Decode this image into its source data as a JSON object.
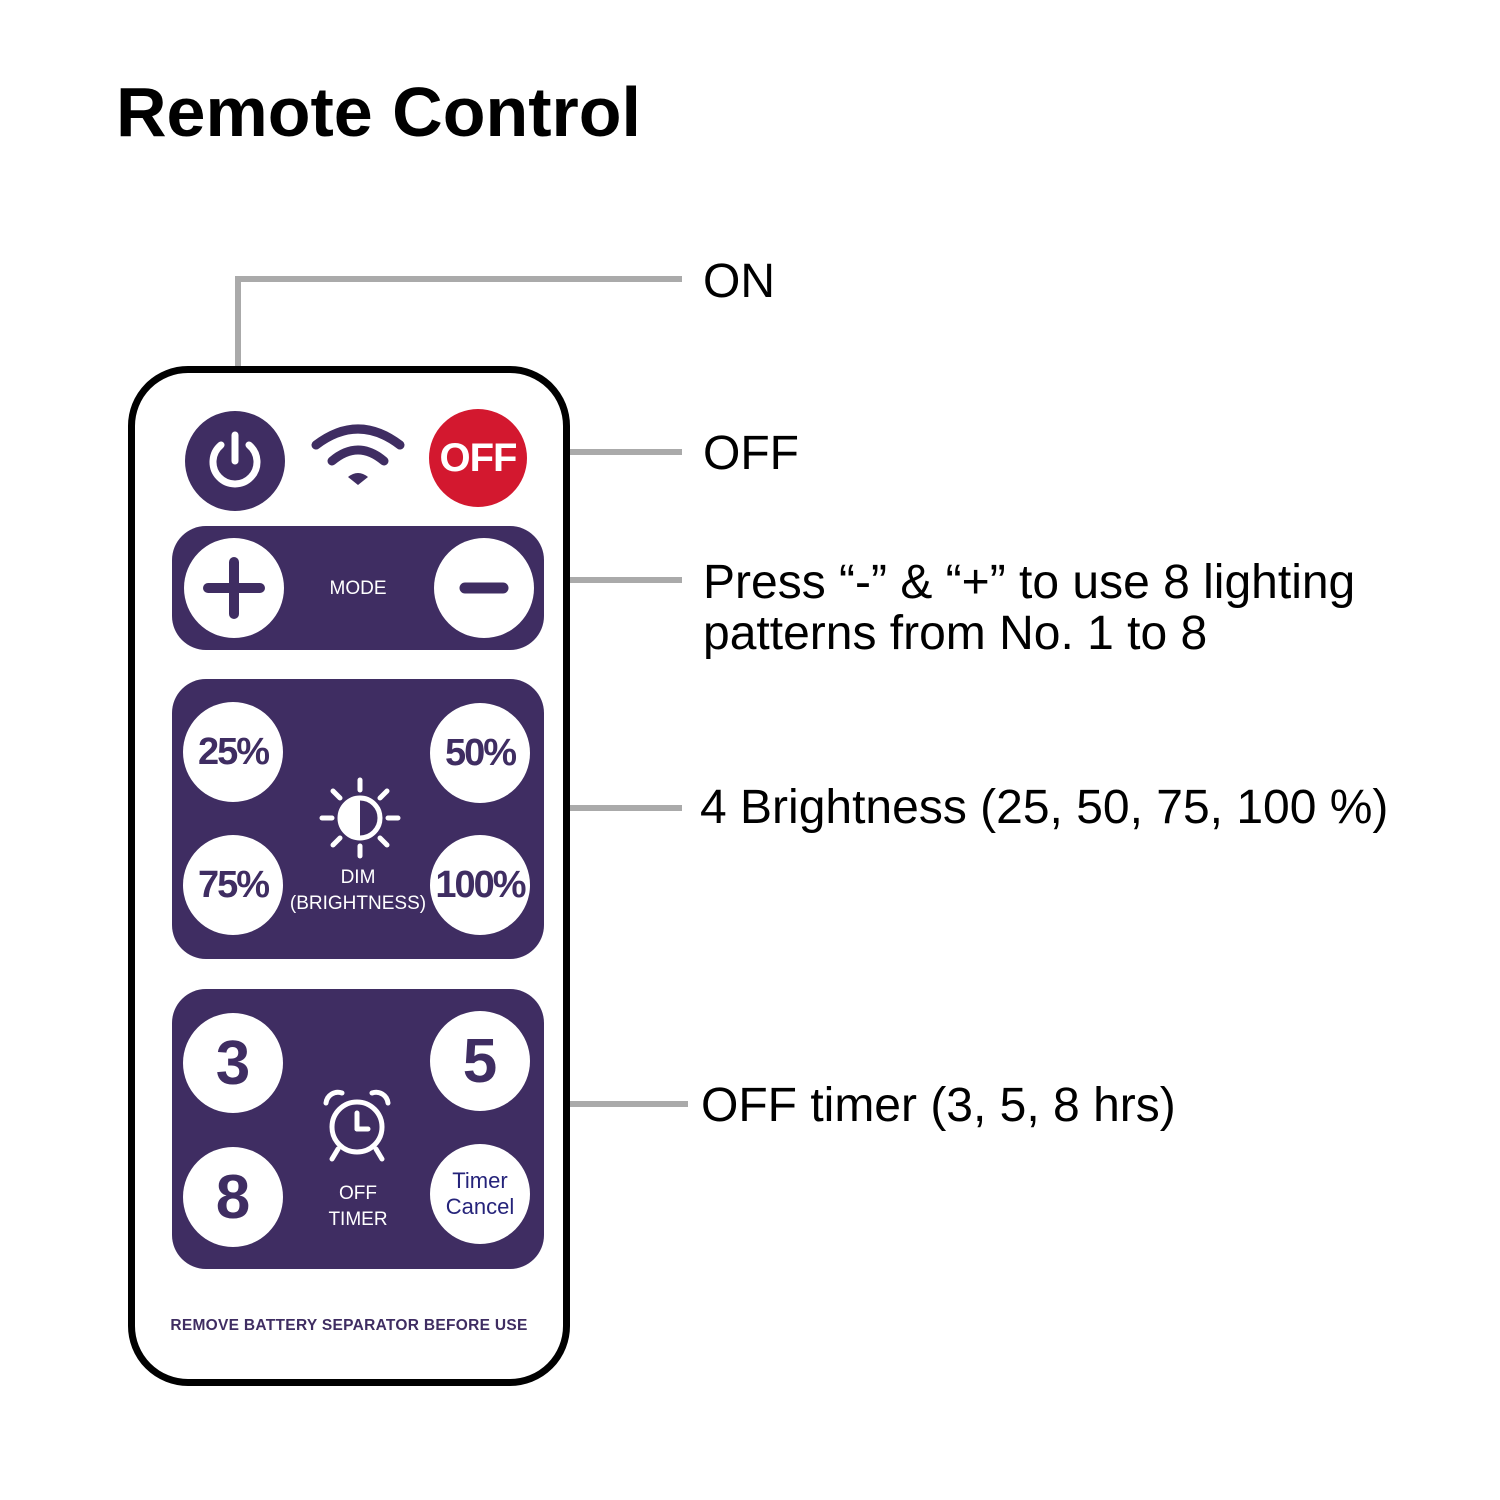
{
  "title": "Remote Control",
  "callouts": {
    "on": "ON",
    "off": "OFF",
    "mode_line1": "Press “-” & “+” to use 8 lighting",
    "mode_line2": "patterns from No. 1 to 8",
    "brightness": "4 Brightness (25, 50, 75, 100 %)",
    "timer": "OFF timer (3, 5, 8 hrs)"
  },
  "remote": {
    "off_button": "OFF",
    "mode_label": "MODE",
    "dim_label_line1": "DIM",
    "dim_label_line2": "(BRIGHTNESS)",
    "brightness_buttons": [
      "25%",
      "50%",
      "75%",
      "100%"
    ],
    "timer_buttons": [
      "3",
      "5",
      "8"
    ],
    "timer_cancel_line1": "Timer",
    "timer_cancel_line2": "Cancel",
    "off_timer_line1": "OFF",
    "off_timer_line2": "TIMER",
    "footer": "REMOVE BATTERY SEPARATOR BEFORE USE"
  },
  "colors": {
    "panel": "#3f2d62",
    "off_button": "#d3182f",
    "leader_line": "#aaaaaa",
    "timer_cancel_text": "#25237a"
  },
  "icons": [
    "power-icon",
    "wifi-icon",
    "plus-icon",
    "minus-icon",
    "brightness-icon",
    "alarm-clock-icon"
  ]
}
